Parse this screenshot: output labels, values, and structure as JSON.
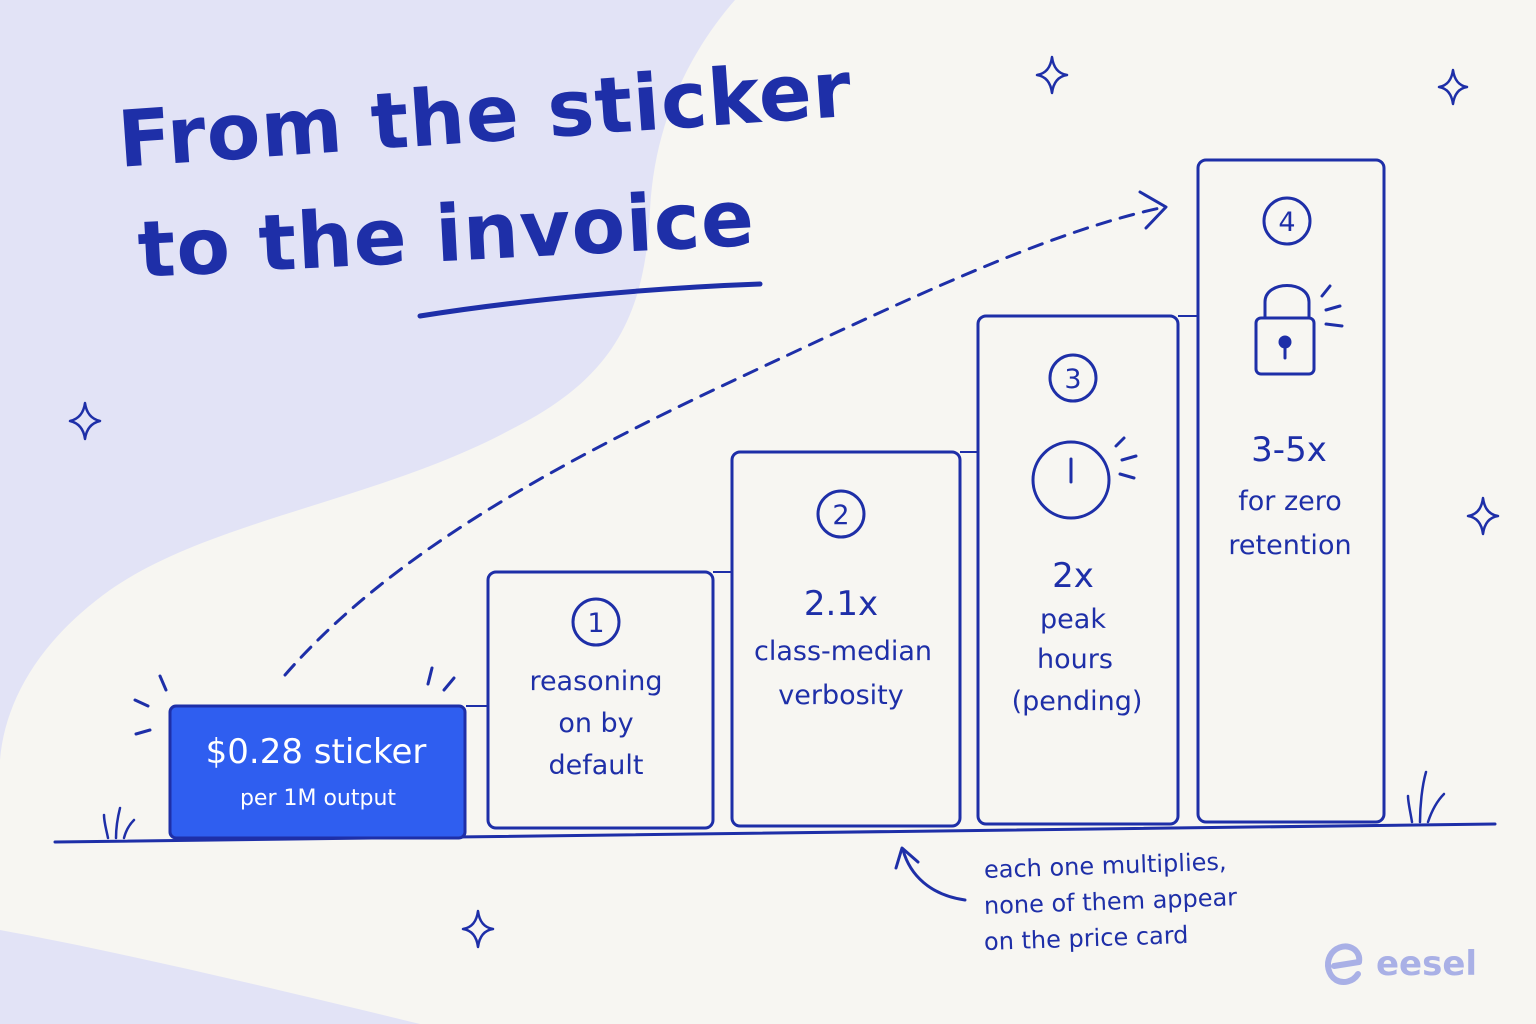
{
  "title": {
    "line1": "From the sticker",
    "line2": "to the invoice"
  },
  "sticker": {
    "main": "$0.28 sticker",
    "sub": "per 1M output"
  },
  "steps": [
    {
      "num": "1",
      "lines": [
        "reasoning",
        "on by",
        "default"
      ]
    },
    {
      "num": "2",
      "value": "2.1x",
      "lines": [
        "class-median",
        "verbosity"
      ]
    },
    {
      "num": "3",
      "value": "2x",
      "lines": [
        "peak",
        "hours",
        "(pending)"
      ]
    },
    {
      "num": "4",
      "value": "3-5x",
      "lines": [
        "for zero",
        "retention"
      ]
    }
  ],
  "note": [
    "each one multiplies,",
    "none of them appear",
    "on the price card"
  ],
  "brand": "eesel",
  "colors": {
    "ink": "#1e2fa8",
    "accent": "#2f5ef0",
    "blob": "#e2e3f6",
    "paper": "#f7f6f2",
    "brand": "#a9b0e6"
  },
  "icons": [
    "clock-icon",
    "lock-icon",
    "sparkle-icon",
    "grass-icon"
  ]
}
